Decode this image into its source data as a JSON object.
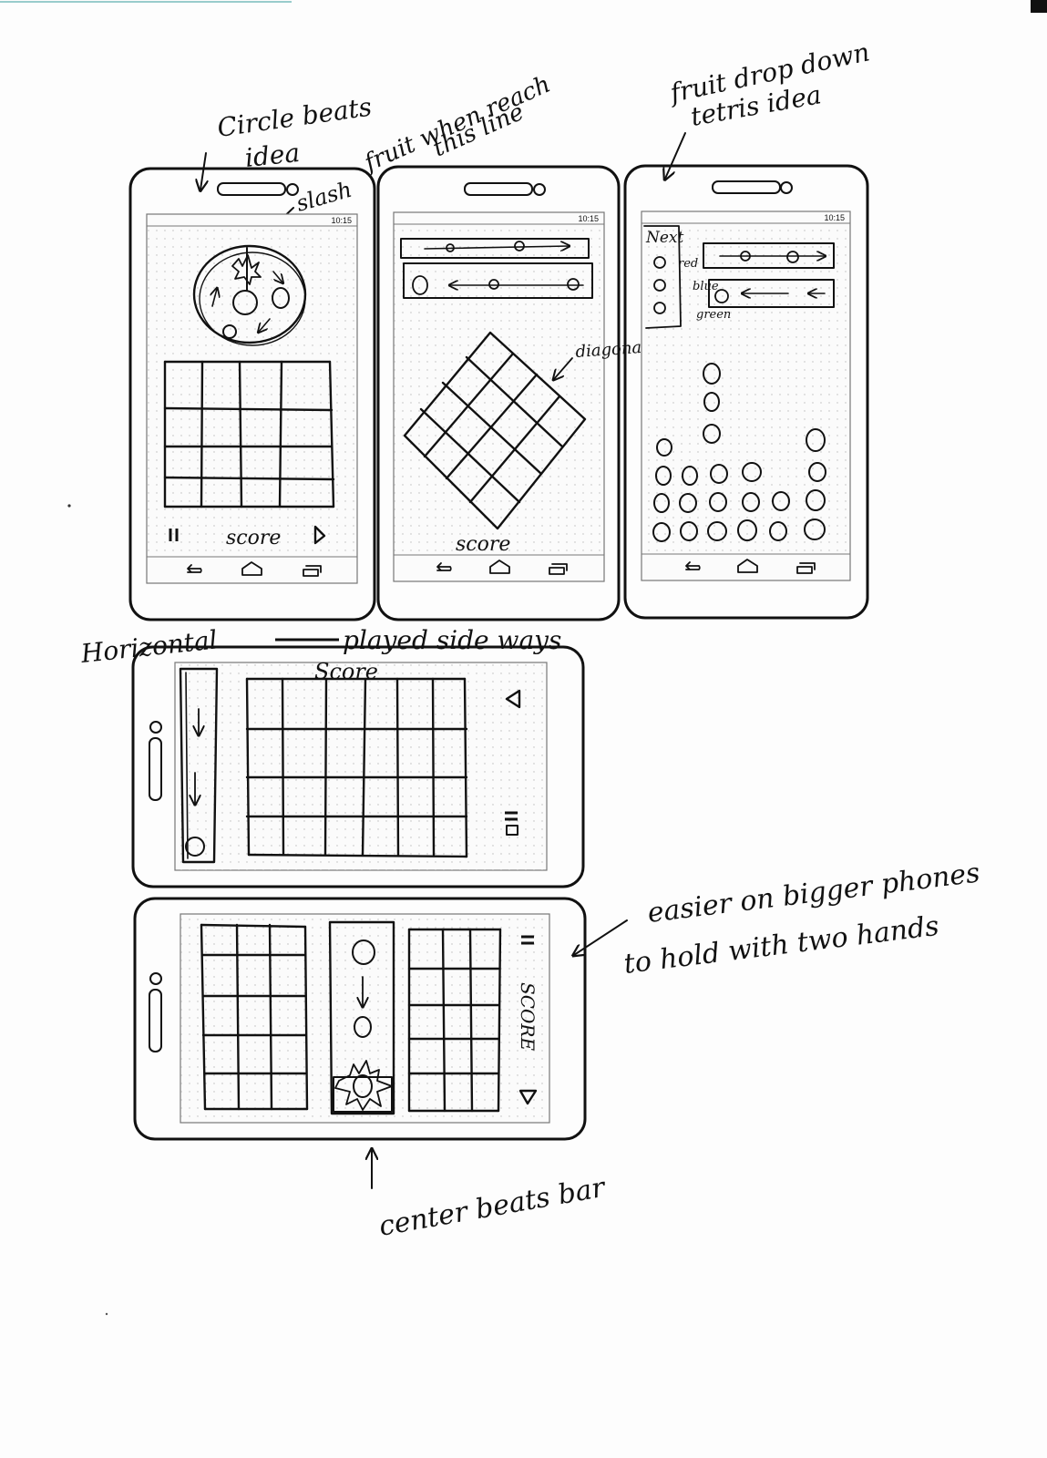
{
  "annotations": {
    "circle_beats_idea": [
      "Circle beats",
      "idea"
    ],
    "slash": "slash",
    "fruit_when_reach": [
      "fruit when reach",
      "this line"
    ],
    "fruit_drop_down": [
      "fruit drop down",
      "tetris idea"
    ],
    "diagonal": "diagonal",
    "horizontal": "Horizontal",
    "played_sideways": "played  side ways",
    "easier_on_bigger": [
      "easier on bigger phones",
      "to hold  with two hands"
    ],
    "center_beats_bar": "center beats bar"
  },
  "phones": {
    "status_time": "10:15",
    "phone1": {
      "pause_icon": "ll",
      "score": "score",
      "play_icon": "▷"
    },
    "phone2": {
      "score": "score"
    },
    "phone3": {
      "next_label": "Next",
      "colors": [
        "red",
        "blue",
        "green"
      ]
    },
    "phone4": {
      "score": "Score",
      "pause_icon": "="
    },
    "phone5": {
      "score": "SCORE",
      "pause_icon": "="
    }
  },
  "nav_icons": [
    "back-icon",
    "home-icon",
    "recent-apps-icon"
  ]
}
